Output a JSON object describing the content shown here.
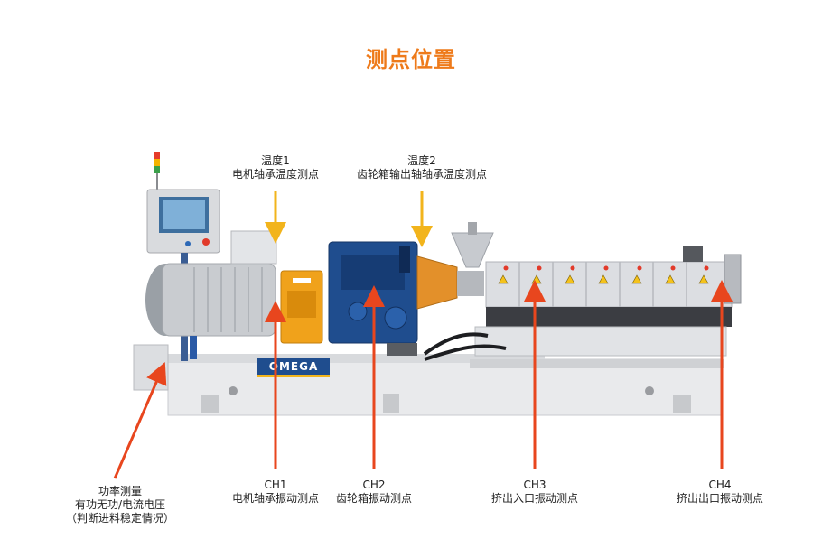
{
  "title": "测点位置",
  "brand": {
    "logo_text": "OMEGA"
  },
  "colors": {
    "title": "#ee7a1a",
    "temperature_arrow": "#f2b41c",
    "vibration_arrow": "#e8461e",
    "gearbox_blue": "#1f4d8e",
    "coupling_orange": "#f0a21b"
  },
  "temperature_points": [
    {
      "name": "温度1",
      "desc": "电机轴承温度测点"
    },
    {
      "name": "温度2",
      "desc": "齿轮箱输出轴轴承温度测点"
    }
  ],
  "vibration_points": [
    {
      "name": "CH1",
      "desc": "电机轴承振动测点"
    },
    {
      "name": "CH2",
      "desc": "齿轮箱振动测点"
    },
    {
      "name": "CH3",
      "desc": "挤出入口振动测点"
    },
    {
      "name": "CH4",
      "desc": "挤出出口振动测点"
    }
  ],
  "power_point": {
    "line1": "功率测量",
    "line2": "有功无功/电流电压",
    "line3": "（判断进料稳定情况）"
  }
}
